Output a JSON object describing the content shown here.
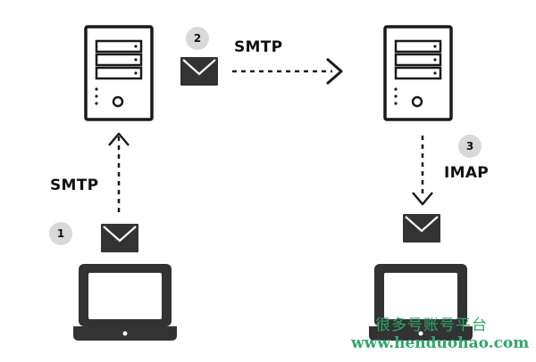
{
  "labels": {
    "smtp_top": "SMTP",
    "smtp_left": "SMTP",
    "imap": "IMAP"
  },
  "steps": [
    "1",
    "2",
    "3"
  ],
  "watermark": {
    "cn": "很多号账号平台",
    "url": "www.henduohao.com"
  },
  "icons": {
    "server": "server-icon",
    "laptop": "laptop-icon",
    "envelope": "envelope-icon",
    "arrow": "dashed-arrow"
  },
  "colors": {
    "ink": "#1a1a1a",
    "badge": "#d9d9d9",
    "watermark": "#2fa66a"
  }
}
